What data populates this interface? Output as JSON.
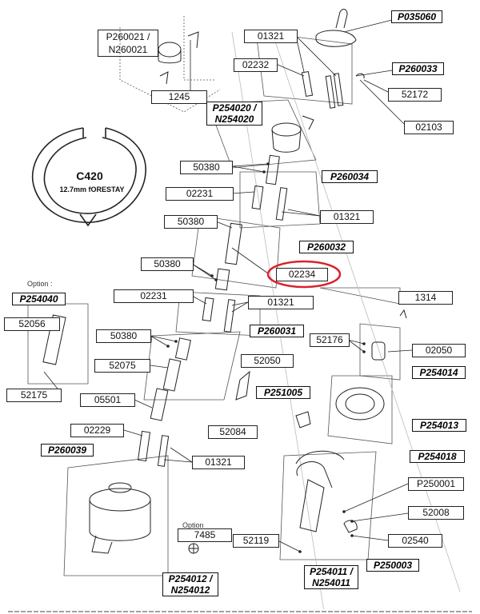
{
  "callouts": {
    "p260021": "P260021 /\nN260021",
    "n1245": "1245",
    "n01321_top": "01321",
    "n02232": "02232",
    "p035060": "P035060",
    "p260033": "P260033",
    "n52172": "52172",
    "p254020": "P254020 /\nN254020",
    "n02103": "02103",
    "n50380_a": "50380",
    "p260034": "P260034",
    "n02231_a": "02231",
    "n01321_b": "01321",
    "n50380_b": "50380",
    "p260032": "P260032",
    "n50380_c": "50380",
    "n02234": "02234",
    "p254040": "P254040",
    "n52056": "52056",
    "n02231_b": "02231",
    "n01321_c": "01321",
    "n1314": "1314",
    "n50380_d": "50380",
    "p260031": "P260031",
    "n52176": "52176",
    "n02050": "02050",
    "n52075": "52075",
    "n52050": "52050",
    "p254014": "P254014",
    "n52175": "52175",
    "n05501": "05501",
    "p251005": "P251005",
    "p254013": "P254013",
    "n02229": "02229",
    "p260039": "P260039",
    "n52084": "52084",
    "n01321_d": "01321",
    "p254018": "P254018",
    "p250001": "P250001",
    "n52008": "52008",
    "n7485": "7485",
    "n52119": "52119",
    "n02540": "02540",
    "p250003": "P250003",
    "p254011": "P254011 /\nN254011",
    "p254012": "P254012 /\nN254012"
  },
  "option_top": "Option :",
  "option_bottom": "Option",
  "section": {
    "title": "C420",
    "subtitle": "12.7mm fORESTAY"
  },
  "highlight_color": "#d9232d"
}
